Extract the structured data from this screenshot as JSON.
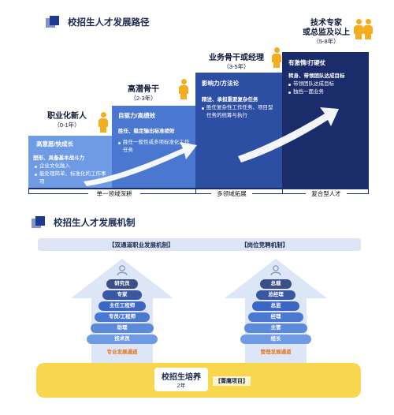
{
  "section1": {
    "title": "校招生人才发展路径"
  },
  "stages": [
    {
      "title": "职业化新人",
      "years": "（0-1年）",
      "head": "高意愿/快成长",
      "sub": "塑形、具备基本战斗力",
      "bullets": [
        "企业文化融入",
        "能处理简单、标准化的工作事项"
      ]
    },
    {
      "title": "高潜骨干",
      "years": "（2-3年）",
      "head": "自驱力/高绩效",
      "sub": "胜任、稳定输出标准绩效",
      "bullets": [
        "胜任一般性或多项标准化工作任务"
      ]
    },
    {
      "title": "业务骨干或经理",
      "years": "（3-5年）",
      "head": "影响力/方法论",
      "sub": "精进、承担重要复杂任务",
      "bullets": [
        "胜任复杂性工作任务、项目型任务的统筹与执行"
      ]
    },
    {
      "title_line1": "技术专家",
      "title_line2": "或总监及以上",
      "years": "（5-8年）",
      "head": "有激情/打硬仗",
      "sub": "转身、带领团队达成目标",
      "bullets": [
        "带领团队达成目标",
        "独挡一面业务"
      ]
    }
  ],
  "bottom_labels": [
    "单一领域深耕",
    "多领域拓展",
    "复合型人才"
  ],
  "section2": {
    "title": "校招生人才发展机制"
  },
  "mechanism": {
    "left_header": "【双通道职业发展机制】",
    "right_header": "【岗位竞聘机制】"
  },
  "left_channel": {
    "levels": [
      "研究员",
      "专家",
      "主任工程师",
      "专员/工程师",
      "助理",
      "技术员"
    ],
    "label": "专业发展通道"
  },
  "right_channel": {
    "levels": [
      "总裁",
      "总经理",
      "总监",
      "经理",
      "主管",
      "组长"
    ],
    "label": "管理发展通道"
  },
  "foundation": {
    "title": "校招生培养",
    "sub": "2年",
    "tag": "【菁鹰项目】"
  },
  "colors": {
    "navy": "#1b2c6b",
    "blue": "#3c66c4",
    "light_blue": "#6e9be4",
    "amber": "#f4ad1c",
    "yellow": "#f8d64e",
    "orange": "#e8731c"
  }
}
